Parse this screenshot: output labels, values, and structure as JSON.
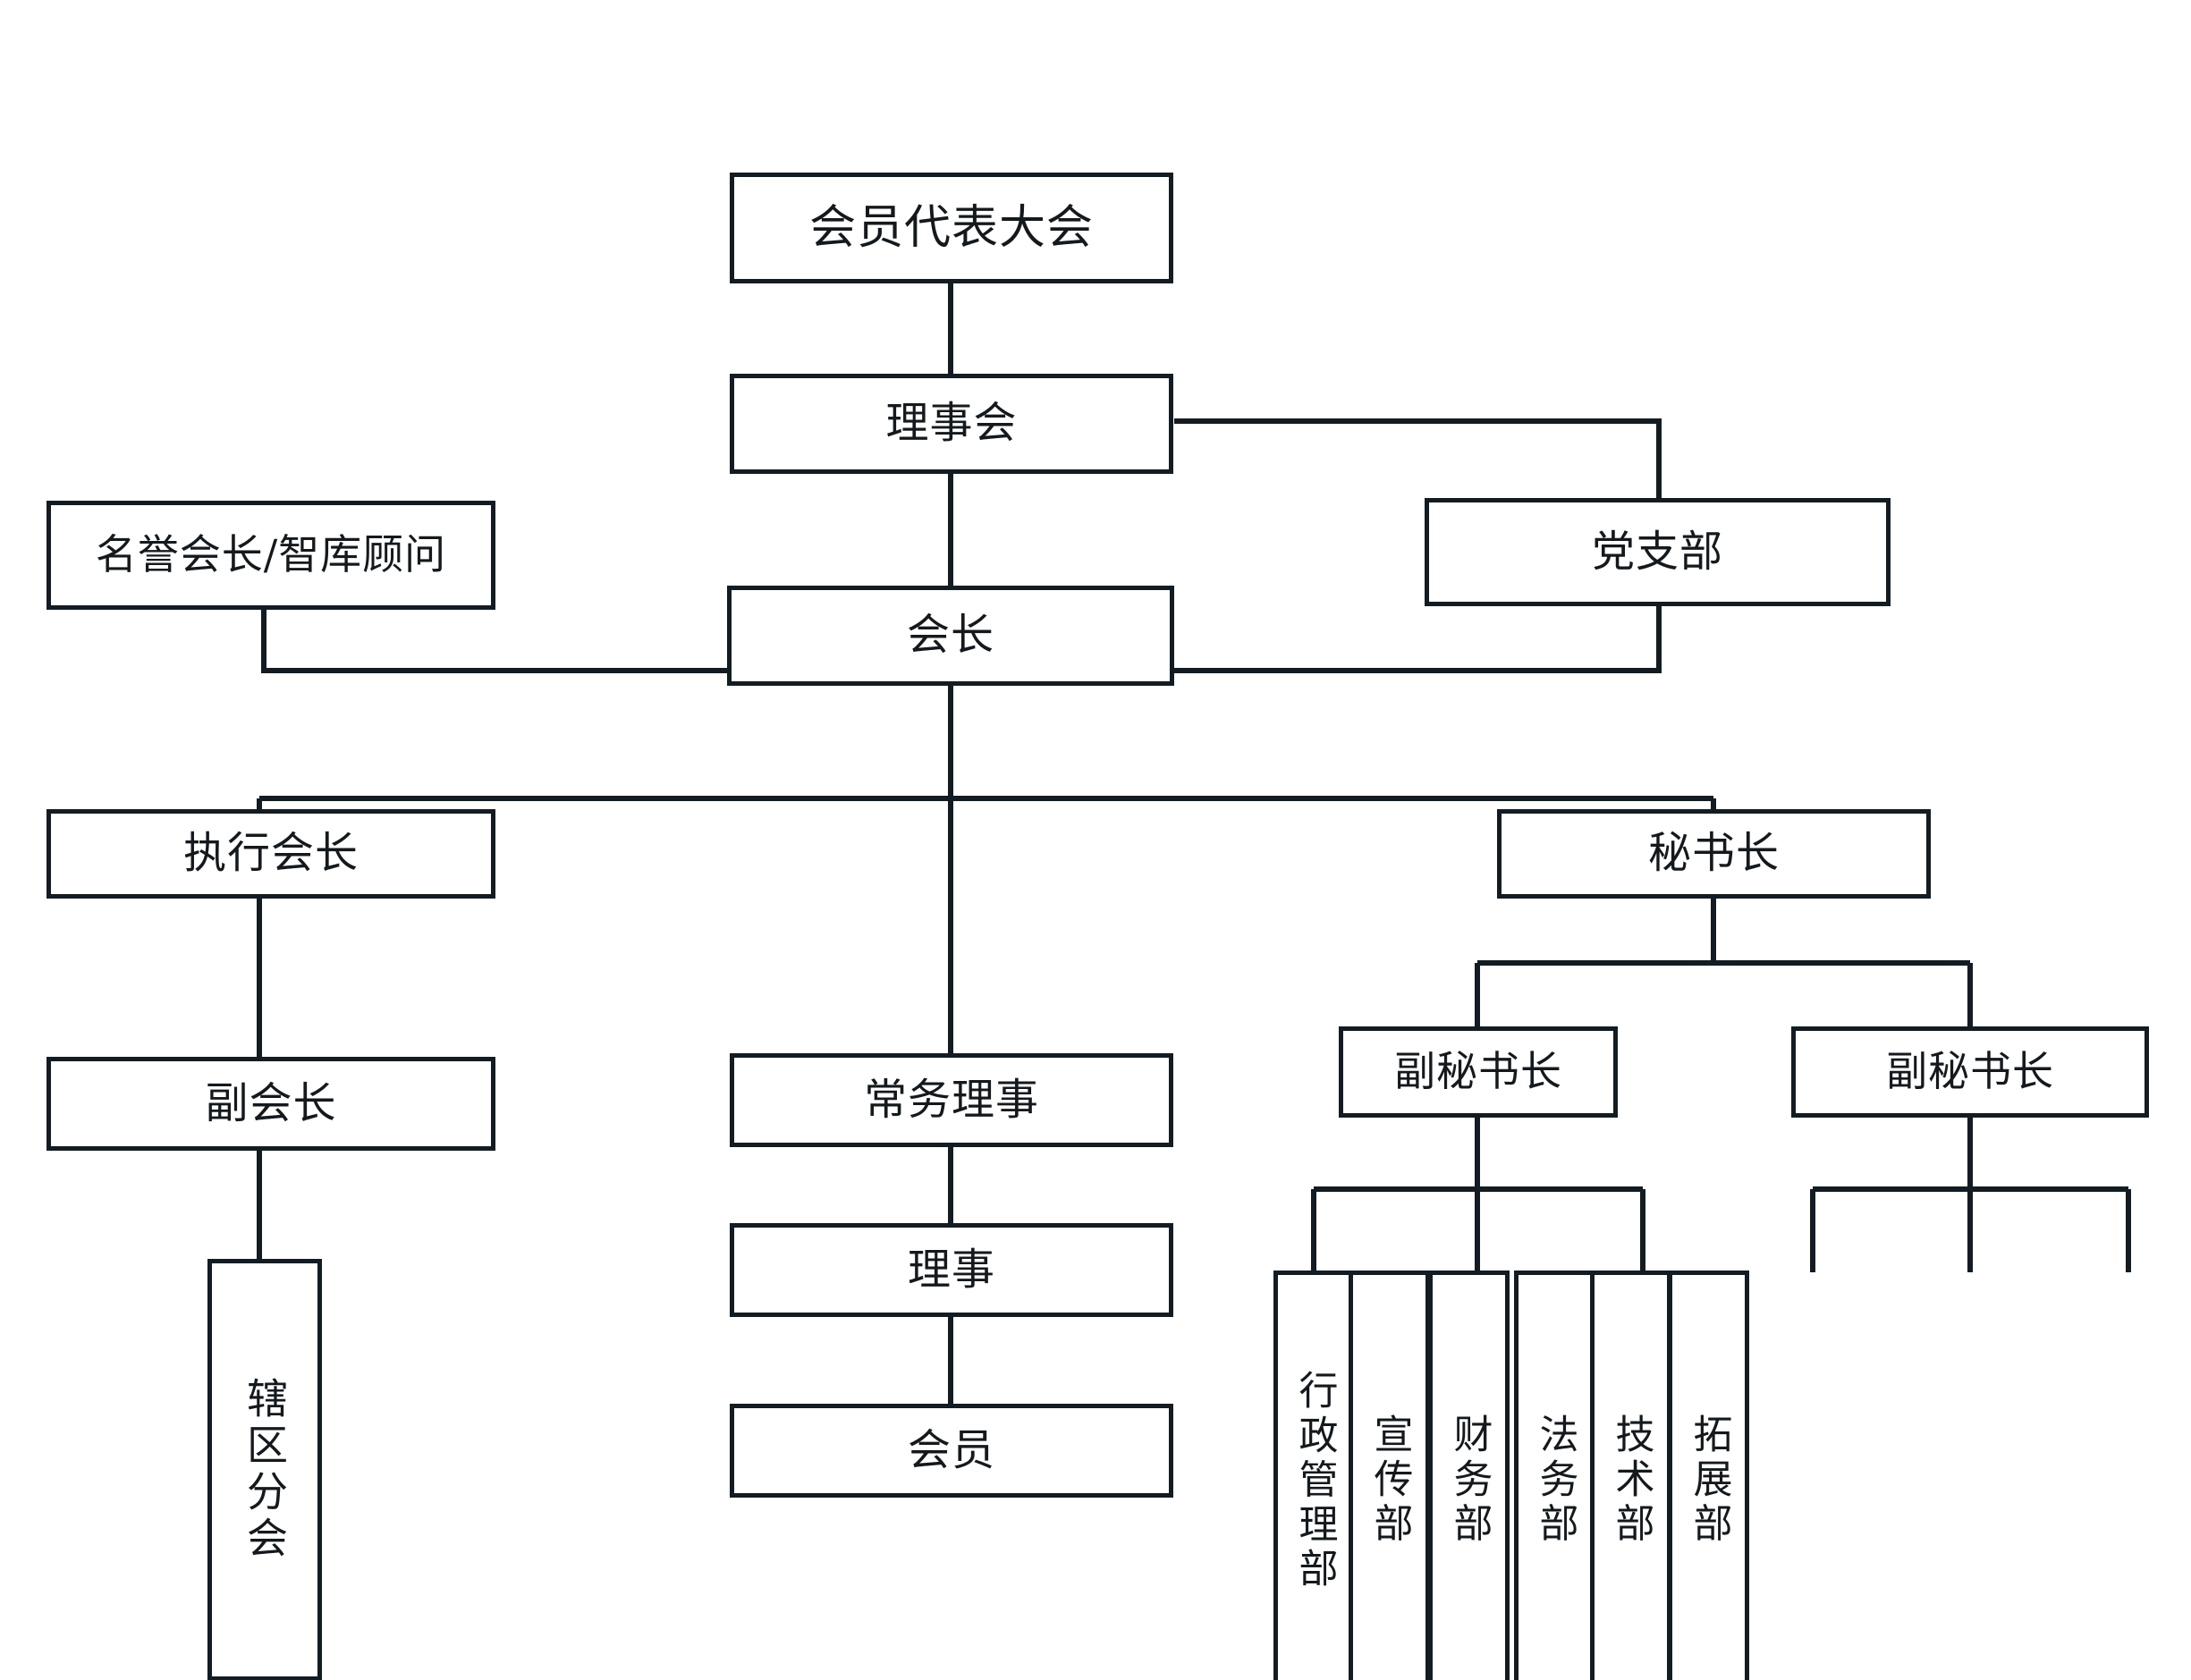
{
  "chart_data": {
    "type": "diagram",
    "title": "",
    "diagram_kind": "organizational-chart",
    "orientation": "top-down",
    "line_color": "#131c22",
    "box_fill": "#ffffff",
    "nodes": [
      {
        "id": "assembly",
        "label": "会员代表大会",
        "text_orientation": "horizontal"
      },
      {
        "id": "council",
        "label": "理事会",
        "text_orientation": "horizontal"
      },
      {
        "id": "party_branch",
        "label": "党支部",
        "text_orientation": "horizontal"
      },
      {
        "id": "honorary",
        "label": "名誉会长/智库顾问",
        "text_orientation": "horizontal"
      },
      {
        "id": "president",
        "label": "会长",
        "text_orientation": "horizontal"
      },
      {
        "id": "exec_president",
        "label": "执行会长",
        "text_orientation": "horizontal"
      },
      {
        "id": "vice_president",
        "label": "副会长",
        "text_orientation": "horizontal"
      },
      {
        "id": "district_branch",
        "label": "辖区分会",
        "text_orientation": "vertical"
      },
      {
        "id": "standing_dir",
        "label": "常务理事",
        "text_orientation": "horizontal"
      },
      {
        "id": "director",
        "label": "理事",
        "text_orientation": "horizontal"
      },
      {
        "id": "member",
        "label": "会员",
        "text_orientation": "horizontal"
      },
      {
        "id": "sec_general",
        "label": "秘书长",
        "text_orientation": "horizontal"
      },
      {
        "id": "deputy_sec_1",
        "label": "副秘书长",
        "text_orientation": "horizontal"
      },
      {
        "id": "deputy_sec_2",
        "label": "副秘书长",
        "text_orientation": "horizontal"
      },
      {
        "id": "dept_admin",
        "label": "行政管理部",
        "text_orientation": "vertical"
      },
      {
        "id": "dept_publicity",
        "label": "宣传部",
        "text_orientation": "vertical"
      },
      {
        "id": "dept_finance",
        "label": "财务部",
        "text_orientation": "vertical"
      },
      {
        "id": "dept_legal",
        "label": "法务部",
        "text_orientation": "vertical"
      },
      {
        "id": "dept_tech",
        "label": "技术部",
        "text_orientation": "vertical"
      },
      {
        "id": "dept_expansion",
        "label": "拓展部",
        "text_orientation": "vertical"
      }
    ],
    "edges": [
      {
        "from": "assembly",
        "to": "council"
      },
      {
        "from": "council",
        "to": "party_branch"
      },
      {
        "from": "council",
        "to": "president"
      },
      {
        "from": "honorary",
        "to": "president"
      },
      {
        "from": "party_branch",
        "to": "president"
      },
      {
        "from": "president",
        "to": "exec_president"
      },
      {
        "from": "president",
        "to": "standing_dir"
      },
      {
        "from": "president",
        "to": "sec_general"
      },
      {
        "from": "exec_president",
        "to": "vice_president"
      },
      {
        "from": "vice_president",
        "to": "district_branch"
      },
      {
        "from": "standing_dir",
        "to": "director"
      },
      {
        "from": "director",
        "to": "member"
      },
      {
        "from": "sec_general",
        "to": "deputy_sec_1"
      },
      {
        "from": "sec_general",
        "to": "deputy_sec_2"
      },
      {
        "from": "deputy_sec_1",
        "to": "dept_admin"
      },
      {
        "from": "deputy_sec_1",
        "to": "dept_publicity"
      },
      {
        "from": "deputy_sec_1",
        "to": "dept_finance"
      },
      {
        "from": "deputy_sec_2",
        "to": "dept_legal"
      },
      {
        "from": "deputy_sec_2",
        "to": "dept_tech"
      },
      {
        "from": "deputy_sec_2",
        "to": "dept_expansion"
      }
    ]
  },
  "nodes": {
    "assembly": {
      "label": "会员代表大会"
    },
    "council": {
      "label": "理事会"
    },
    "party_branch": {
      "label": "党支部"
    },
    "honorary": {
      "label": "名誉会长/智库顾问"
    },
    "president": {
      "label": "会长"
    },
    "exec_president": {
      "label": "执行会长"
    },
    "vice_president": {
      "label": "副会长"
    },
    "district_branch": {
      "label": "辖区分会"
    },
    "standing_dir": {
      "label": "常务理事"
    },
    "director": {
      "label": "理事"
    },
    "member": {
      "label": "会员"
    },
    "sec_general": {
      "label": "秘书长"
    },
    "deputy_sec_1": {
      "label": "副秘书长"
    },
    "deputy_sec_2": {
      "label": "副秘书长"
    },
    "dept_admin": {
      "label": "行政管理部"
    },
    "dept_publicity": {
      "label": "宣传部"
    },
    "dept_finance": {
      "label": "财务部"
    },
    "dept_legal": {
      "label": "法务部"
    },
    "dept_tech": {
      "label": "技术部"
    },
    "dept_expansion": {
      "label": "拓展部"
    }
  }
}
